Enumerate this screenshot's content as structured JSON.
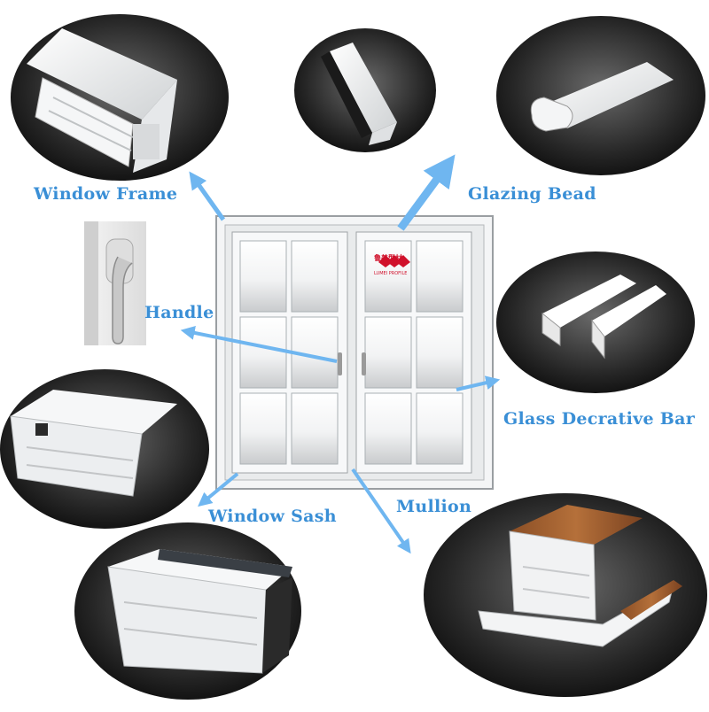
{
  "labels": {
    "window_frame": "Window Frame",
    "glazing_bead": "Glazing Bead",
    "handle": "Handle",
    "glass_decorative_bar": "Glass Decrative Bar",
    "window_sash": "Window Sash",
    "mullion": "Mullion"
  },
  "brand": {
    "chinese": "鲁美型材",
    "english": "LUMEI PROFILE"
  },
  "colors": {
    "label": "#3a8fd6",
    "arrow": "#6fb6f0",
    "brand": "#d0112b"
  }
}
